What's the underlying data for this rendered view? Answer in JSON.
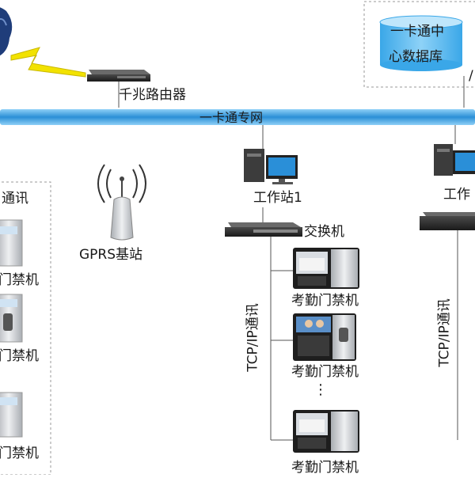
{
  "labels": {
    "db_line1": "一卡通中",
    "db_line2": "心数据库",
    "router": "千兆路由器",
    "network": "一卡通专网",
    "workstation1": "工作站1",
    "workstation2": "工作",
    "gprs": "GPRS基站",
    "switch": "交换机",
    "left_comm": "通讯",
    "left_door_1": "门禁机",
    "left_door_2": "门禁机",
    "left_door_3": "门禁机",
    "attendance_1": "考勤门禁机",
    "attendance_2": "考勤门禁机",
    "attendance_3": "考勤门禁机",
    "tcp_left": "TCP/IP通讯",
    "tcp_right": "TCP/IP通讯",
    "right_edge_char": "/",
    "ellipsis": "⋮"
  },
  "colors": {
    "bus": "#2b8fd6",
    "bus_light": "#8fd0f7",
    "lightning": "#f2e200",
    "cloud": "#1f3d7a",
    "db": "#3aa7e8",
    "device_dark": "#1e1e1e",
    "device_silver": "#c9ccd0",
    "line": "#555555"
  },
  "icons": [
    "cloud-icon",
    "lightning-icon",
    "router-icon",
    "database-icon",
    "computer-icon",
    "antenna-icon",
    "switch-icon",
    "door-device-icon",
    "attendance-device-icon"
  ]
}
